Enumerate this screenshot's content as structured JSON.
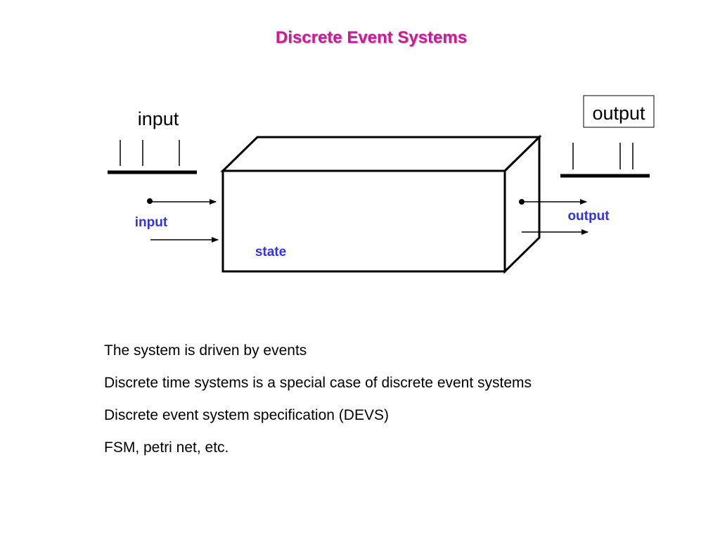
{
  "title": "Discrete Event Systems",
  "colors": {
    "title": "#cc1a9a",
    "label_blue": "#3333dd",
    "stroke": "#000000"
  },
  "diagram": {
    "input_header": "input",
    "output_header": "output",
    "input_label": "input",
    "output_label": "output",
    "state_label": "state"
  },
  "bullets": [
    "The system is driven by events",
    "Discrete time systems is a special case of discrete event systems",
    "Discrete event system specification (DEVS)",
    "FSM, petri net, etc."
  ]
}
